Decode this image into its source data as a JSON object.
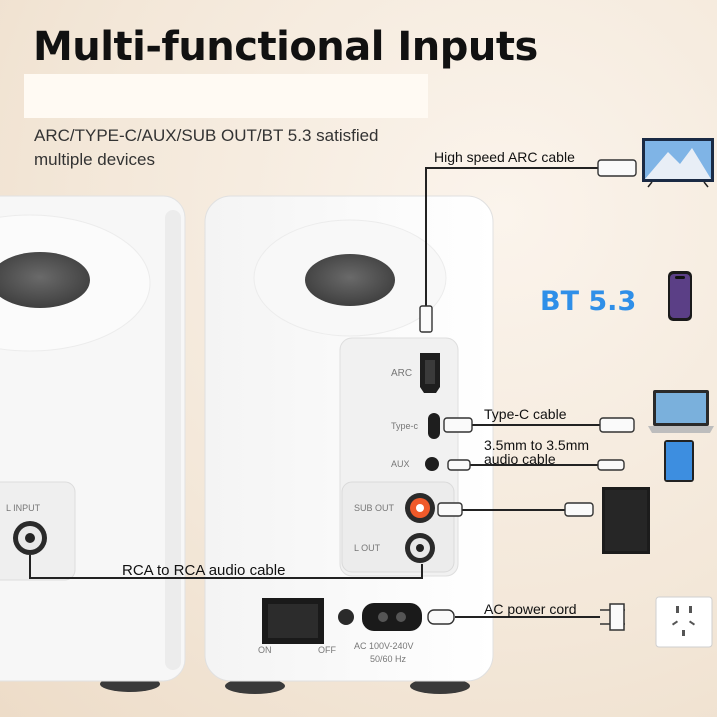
{
  "title": "Multi-functional Inputs",
  "subtitle": "ARC/TYPE-C/AUX/SUB OUT/BT 5.3 satisfied multiple devices",
  "bt_label": "BT 5.3",
  "cables": {
    "arc": "High speed ARC cable",
    "typec": "Type-C cable",
    "aux_line1": "3.5mm to 3.5mm",
    "aux_line2": "audio cable",
    "rca": "RCA to RCA audio cable",
    "power": "AC power cord"
  },
  "panel": {
    "arc": "ARC",
    "typec": "Type-c",
    "aux": "AUX",
    "sub_out": "SUB OUT",
    "l_out": "L OUT",
    "l_input": "L INPUT",
    "on": "ON",
    "off": "OFF",
    "ac_line1": "AC 100V-240V",
    "ac_line2": "50/60 Hz"
  },
  "icons": [
    "tv-icon",
    "smartphone-icon",
    "laptop-icon",
    "tablet-icon",
    "subwoofer-icon",
    "wall-outlet-icon"
  ]
}
